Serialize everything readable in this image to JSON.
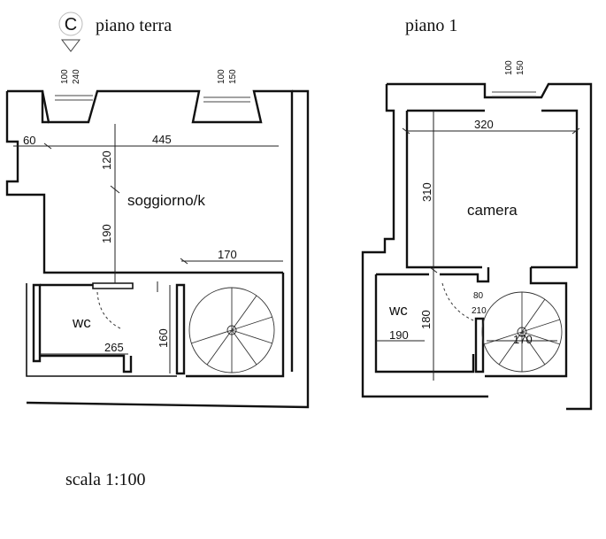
{
  "ground_floor": {
    "compass": "C",
    "title": "piano terra",
    "room_living": "soggiorno/k",
    "room_wc": "wc",
    "dims": {
      "top_width": "445",
      "left_step": "60",
      "upper_height": "120",
      "mid_height": "190",
      "stair_width": "170",
      "wc_width": "265",
      "wc_height": "160"
    },
    "window_left": {
      "a": "100",
      "b": "240"
    },
    "window_right": {
      "a": "100",
      "b": "150"
    }
  },
  "first_floor": {
    "title": "piano 1",
    "room_bed": "camera",
    "room_wc": "wc",
    "dims": {
      "top_width": "320",
      "height": "310",
      "door_a": "80",
      "door_b": "210",
      "wc_width": "190",
      "wc_height": "180",
      "stair_width": "170"
    },
    "window": {
      "a": "100",
      "b": "150"
    }
  },
  "scale_label": "scala 1:100"
}
